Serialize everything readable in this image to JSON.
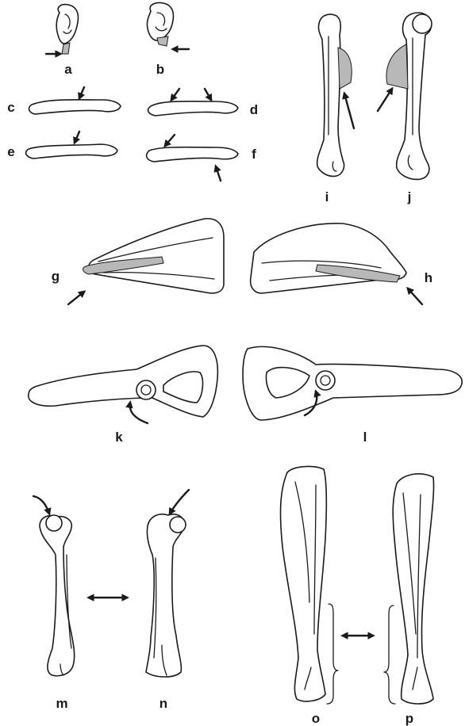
{
  "labels": {
    "a": "a",
    "b": "b",
    "c": "c",
    "d": "d",
    "e": "e",
    "f": "f",
    "g": "g",
    "h": "h",
    "i": "i",
    "j": "j",
    "k": "k",
    "l": "l",
    "m": "m",
    "n": "n",
    "o": "o",
    "p": "p"
  },
  "colors": {
    "ink": "#1a1a1a",
    "shading": "#b8b8b8",
    "background": "#ffffff"
  }
}
